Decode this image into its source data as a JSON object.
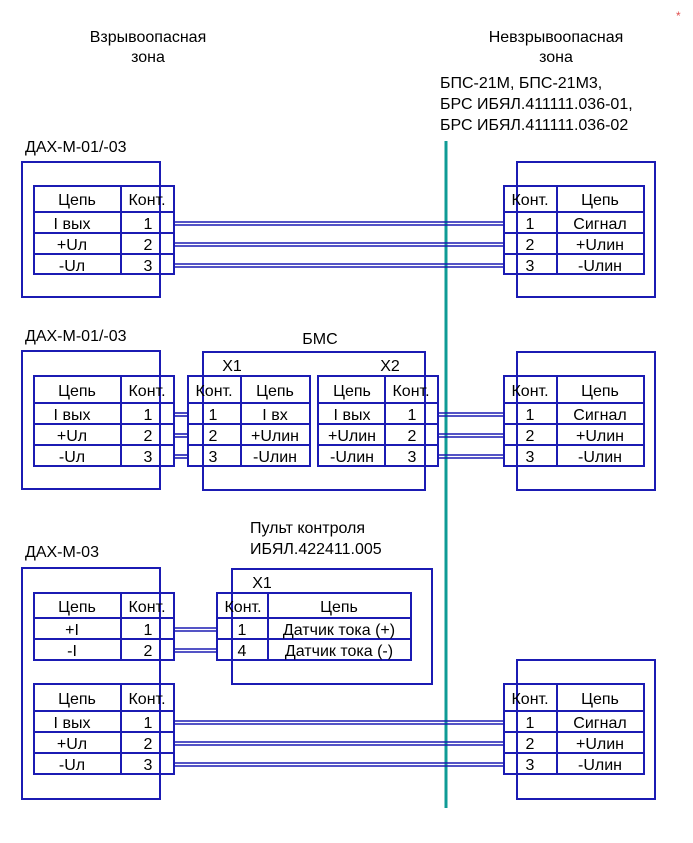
{
  "colors": {
    "line": "#1b1bb3",
    "barrier": "#0f9b96",
    "marker": "#e05050"
  },
  "header": {
    "hazard_zone": [
      "Взрывоопасная",
      "зона"
    ],
    "safe_zone": [
      "Невзрывоопасная",
      "зона"
    ],
    "safe_units": [
      "БПС-21М, БПС-21М3,",
      "БРС ИБЯЛ.411111.036-01,",
      "БРС ИБЯЛ.411111.036-02"
    ],
    "marker": "*"
  },
  "table_headers": {
    "circuit": "Цепь",
    "contact": "Конт."
  },
  "sensor_rows": [
    {
      "circuit": "I вых",
      "contact": "1"
    },
    {
      "circuit": "+Uл",
      "contact": "2"
    },
    {
      "circuit": "-Uл",
      "contact": "3"
    }
  ],
  "receiver_rows": [
    {
      "contact": "1",
      "circuit": "Сигнал"
    },
    {
      "contact": "2",
      "circuit": "+Uлин"
    },
    {
      "contact": "3",
      "circuit": "-Uлин"
    }
  ],
  "section1": {
    "device_label": "ДАХ-М-01/-03"
  },
  "section2": {
    "device_label": "ДАХ-М-01/-03",
    "bms_label": "БМС",
    "x1_label": "X1",
    "x2_label": "X2",
    "x1_rows": [
      {
        "contact": "1",
        "circuit": "I вх"
      },
      {
        "contact": "2",
        "circuit": "+Uлин"
      },
      {
        "contact": "3",
        "circuit": "-Uлин"
      }
    ],
    "x2_rows": [
      {
        "circuit": "I вых",
        "contact": "1"
      },
      {
        "circuit": "+Uлин",
        "contact": "2"
      },
      {
        "circuit": "-Uлин",
        "contact": "3"
      }
    ]
  },
  "section3": {
    "device_label": "ДАХ-М-03",
    "panel_title": [
      "Пульт контроля",
      "ИБЯЛ.422411.005"
    ],
    "panel_x1_label": "X1",
    "current_rows": [
      {
        "circuit": "+I",
        "contact": "1"
      },
      {
        "circuit": "-I",
        "contact": "2"
      }
    ],
    "panel_rows": [
      {
        "contact": "1",
        "circuit": "Датчик тока (+)"
      },
      {
        "contact": "4",
        "circuit": "Датчик тока (-)"
      }
    ]
  }
}
